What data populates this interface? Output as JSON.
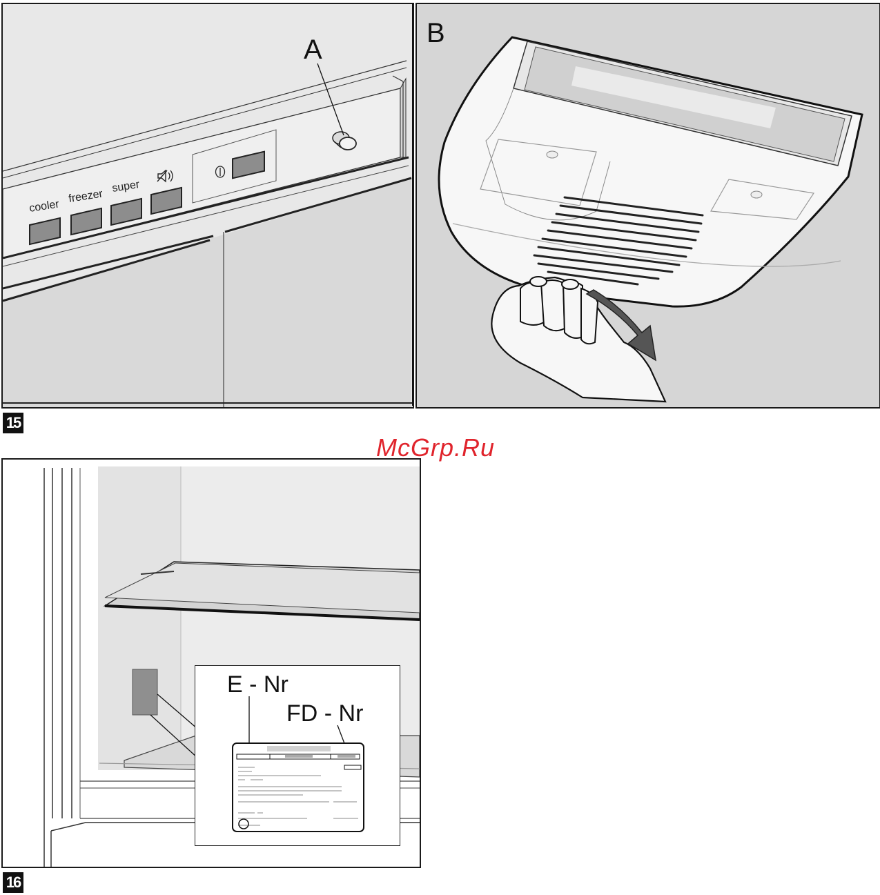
{
  "figure15": {
    "number": "15",
    "panelA": {
      "label": "A",
      "buttons": [
        {
          "label": "cooler"
        },
        {
          "label": "freezer"
        },
        {
          "label": "super"
        },
        {
          "icon": "speaker-mute-icon"
        }
      ],
      "power_icon": "power-icon"
    },
    "panelB": {
      "label": "B"
    }
  },
  "watermark": "McGrp.Ru",
  "figure16": {
    "number": "16",
    "rating_plate": {
      "label_e_nr": "E - Nr",
      "label_fd_nr": "FD - Nr"
    }
  },
  "colors": {
    "panel_gray": "#e6e6e6",
    "watermark_red": "#e0242c",
    "outline": "#1a1a1a"
  }
}
